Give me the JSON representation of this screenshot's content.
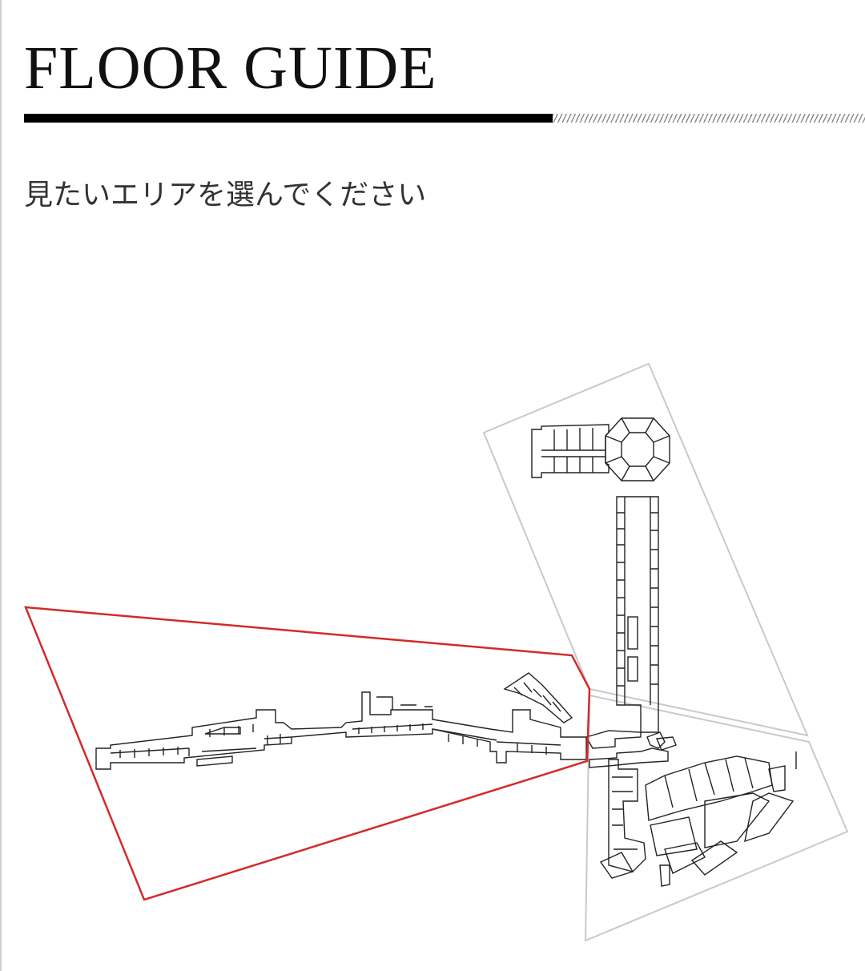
{
  "header": {
    "title": "FLOOR GUIDE"
  },
  "subtitle": "見たいエリアを選んでください",
  "colors": {
    "selected_area": "#d42a2a",
    "area_outline": "#c9c9c9",
    "plan_line": "#222222",
    "title_rule": "#000000"
  },
  "icons": [
    "floor-plan-map"
  ]
}
